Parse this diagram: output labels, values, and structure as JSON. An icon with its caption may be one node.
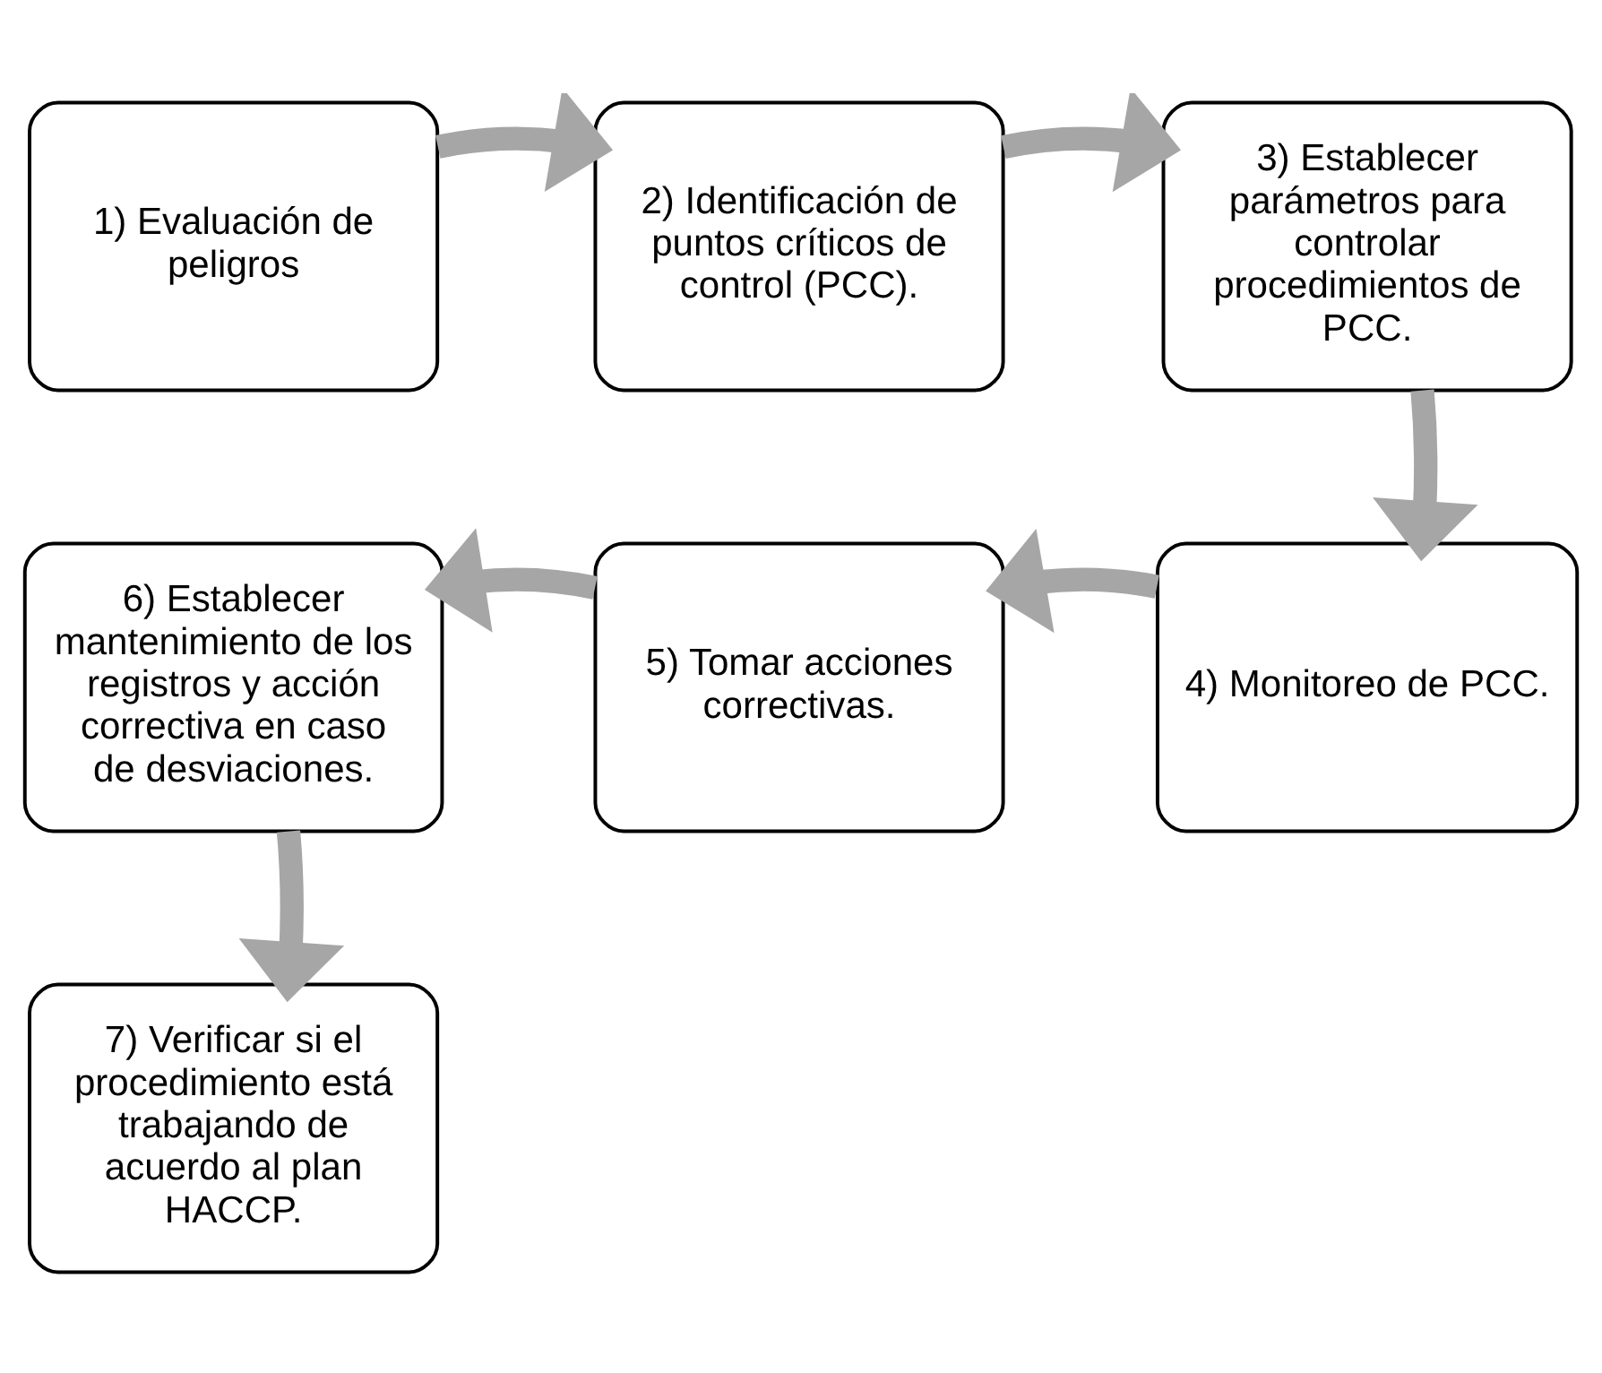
{
  "diagram": {
    "nodes": [
      {
        "text": [
          "1) Evaluación de peligros"
        ]
      },
      {
        "text": [
          "2) Identificación de puntos críticos de control (PCC)."
        ]
      },
      {
        "text": [
          "3) Establecer parámetros para controlar procedimientos de PCC."
        ]
      },
      {
        "text": [
          "4) Monitoreo de PCC."
        ]
      },
      {
        "text": [
          "5) Tomar acciones correctivas."
        ]
      },
      {
        "text": [
          "6) Establecer mantenimiento de los registros y acción correctiva en caso de desviaciones."
        ]
      },
      {
        "text": [
          "7) Verificar si el procedimiento está trabajando de acuerdo al plan HACCP."
        ]
      }
    ],
    "edges": [
      {
        "from": 0,
        "to": 1,
        "arrow": "to"
      },
      {
        "from": 1,
        "to": 2,
        "arrow": "to"
      },
      {
        "from": 2,
        "to": 3,
        "arrow": "to"
      },
      {
        "from": 3,
        "to": 4,
        "arrow": "to"
      },
      {
        "from": 4,
        "to": 5,
        "arrow": "to"
      },
      {
        "from": 5,
        "to": 6,
        "arrow": "to"
      }
    ]
  }
}
